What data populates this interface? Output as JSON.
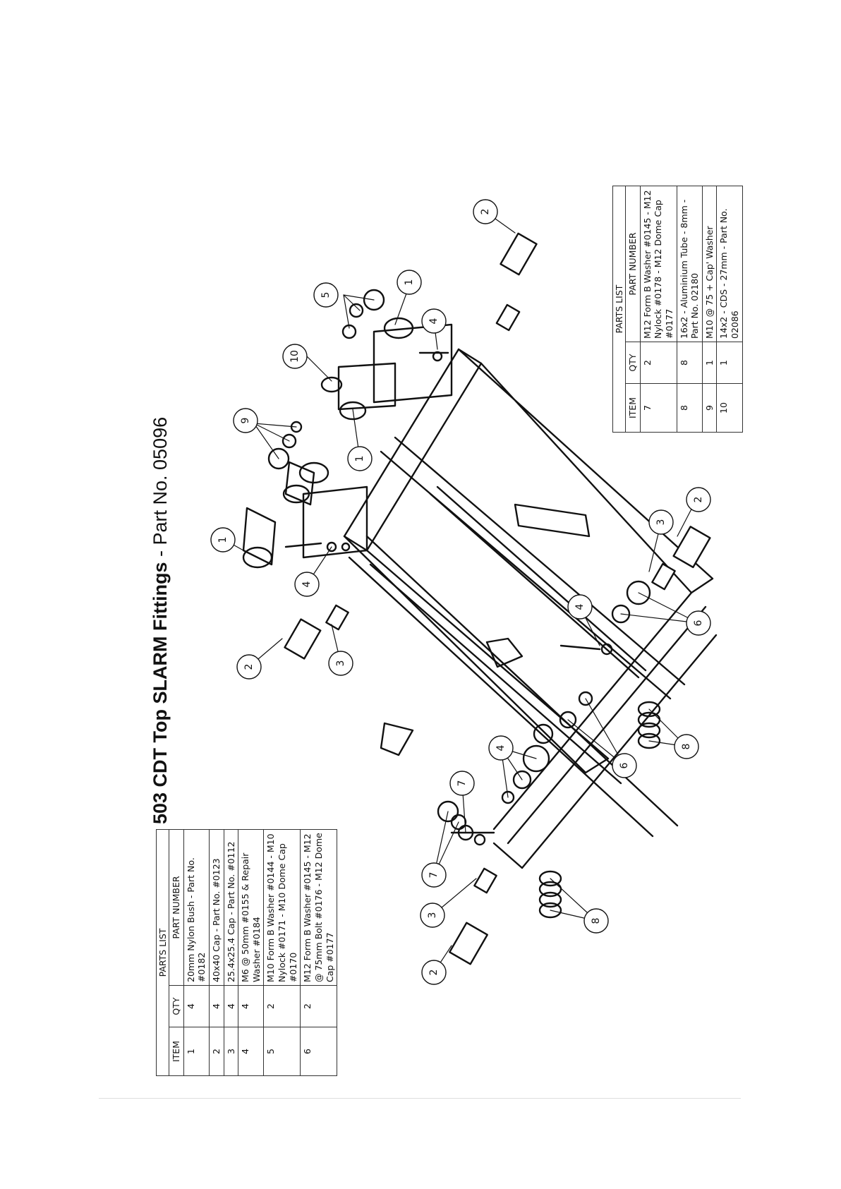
{
  "title": {
    "bold": "503 CDT Top SLARM Fittings",
    "rest": " - Part No. 05096"
  },
  "parts_list_left": {
    "caption": "PARTS LIST",
    "headers": {
      "item": "ITEM",
      "qty": "QTY",
      "part": "PART NUMBER"
    },
    "rows": [
      {
        "item": "1",
        "qty": "4",
        "part": "20mm Nylon Bush - Part No. #0182"
      },
      {
        "item": "2",
        "qty": "4",
        "part": "40x40 Cap - Part No. #0123"
      },
      {
        "item": "3",
        "qty": "4",
        "part": "25.4x25.4 Cap - Part No. #0112"
      },
      {
        "item": "4",
        "qty": "4",
        "part": "M6 @ 50mm #0155 & Repair Washer #0184"
      },
      {
        "item": "5",
        "qty": "2",
        "part": "M10 Form B Washer #0144 - M10 Nylock #0171 - M10 Dome Cap #0170"
      },
      {
        "item": "6",
        "qty": "2",
        "part": "M12 Form B Washer #0145 - M12 @ 75mm Bolt #0176 - M12 Dome Cap #0177"
      }
    ]
  },
  "parts_list_right": {
    "caption": "PARTS LIST",
    "headers": {
      "item": "ITEM",
      "qty": "QTY",
      "part": "PART NUMBER"
    },
    "rows": [
      {
        "item": "7",
        "qty": "2",
        "part": "M12 Form B Washer #0145 - M12 Nylock #0178 - M12 Dome Cap #0177"
      },
      {
        "item": "8",
        "qty": "8",
        "part": "16x2 - Aluminium Tube - 8mm - Part No. 02180"
      },
      {
        "item": "9",
        "qty": "1",
        "part": "M10 @ 75 + Cap' Washer"
      },
      {
        "item": "10",
        "qty": "1",
        "part": "14x2 - CDS - 27mm - Part No. 02086"
      }
    ]
  },
  "balloons": [
    "2",
    "1",
    "5",
    "10",
    "4",
    "9",
    "1",
    "1",
    "4",
    "2",
    "3",
    "2",
    "3",
    "6",
    "4",
    "6",
    "4",
    "7",
    "7",
    "3",
    "2",
    "8",
    "8"
  ]
}
